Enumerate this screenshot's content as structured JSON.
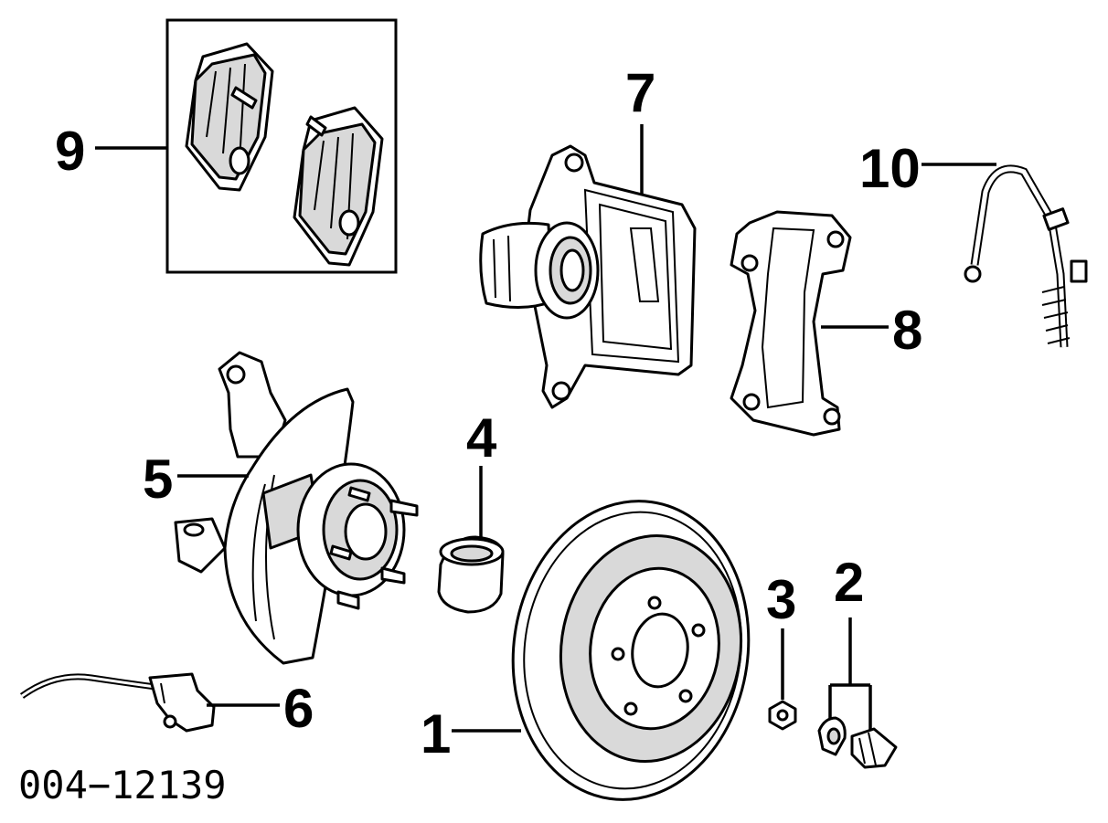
{
  "figure_code": "004−12139",
  "callouts": [
    {
      "id": "1",
      "label": "1"
    },
    {
      "id": "2",
      "label": "2"
    },
    {
      "id": "3",
      "label": "3"
    },
    {
      "id": "4",
      "label": "4"
    },
    {
      "id": "5",
      "label": "5"
    },
    {
      "id": "6",
      "label": "6"
    },
    {
      "id": "7",
      "label": "7"
    },
    {
      "id": "8",
      "label": "8"
    },
    {
      "id": "9",
      "label": "9"
    },
    {
      "id": "10",
      "label": "10"
    }
  ]
}
